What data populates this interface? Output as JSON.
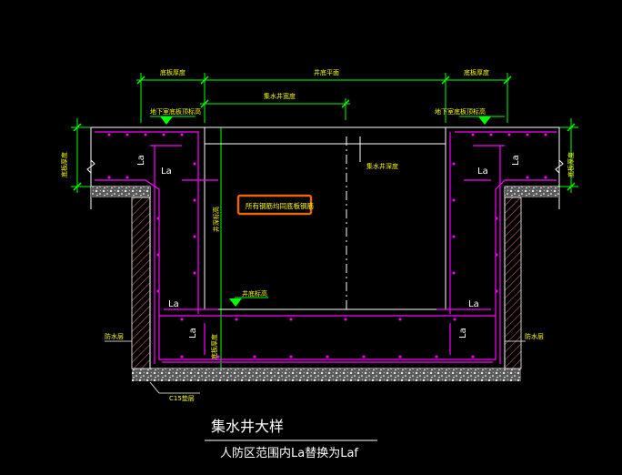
{
  "colors": {
    "background": "#000000",
    "outline": "#ffffff",
    "rebar": "#ff00ff",
    "dimension": "#00ff00",
    "text_small": "#ffff00",
    "highlight": "#e8660e",
    "gravel": "#c8c8c8",
    "hatch": "#c86464"
  },
  "labels": {
    "floor_thickness_left": "底板厚度",
    "well_width": "井底平面",
    "floor_thickness_right": "底板厚度",
    "well_wall_width": "集水井宽度",
    "floor_top_elev_left": "地下室底板顶标高",
    "floor_top_elev_right": "地下室底板顶标高",
    "floor_thickness_side_left": "底板厚度",
    "floor_thickness_side_right": "底板厚度",
    "well_depth": "集水井深度",
    "vertical_dim": "井深标高",
    "highlight_note": "所有钢筋均同底板钢筋",
    "bottom_elev": "井底标高",
    "bottom_thickness": "底板厚度",
    "waterproof_left": "防水层",
    "waterproof_right": "防水层",
    "cushion": "C15垫层",
    "la": "La"
  },
  "title": {
    "main": "集水井大样",
    "sub": "人防区范围内La替换为Laf"
  }
}
